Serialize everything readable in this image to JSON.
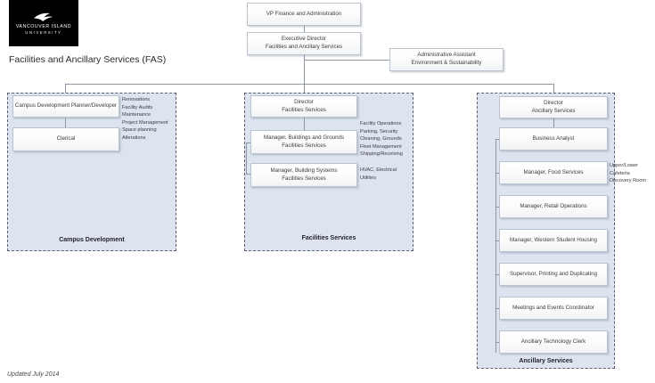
{
  "logo": {
    "line1": "VANCOUVER ISLAND",
    "line2": "UNIVERSITY",
    "mark": "eagle-mark"
  },
  "header": {
    "title": "Facilities and Ancillary Services (FAS)"
  },
  "top_nodes": {
    "vp": {
      "line1": "VP Finance and Administration"
    },
    "exec_director": {
      "line1": "Executive Director",
      "line2": "Facilities and Ancillary Services"
    },
    "admin_assistant": {
      "line1": "Administrative Assistant",
      "line2": "Environment & Sustainability"
    }
  },
  "columns": [
    {
      "key": "campus_development",
      "label": "Campus Development",
      "nodes": [
        {
          "line1": "Campus Development Planner/Developer",
          "line2": ""
        },
        {
          "line1": "Clerical",
          "line2": ""
        }
      ],
      "annotations": [
        {
          "items": [
            "Renovations",
            "Facility Audits",
            "Maintenance",
            "Project Management",
            "Space planning",
            "Alterations"
          ]
        }
      ]
    },
    {
      "key": "facilities_services",
      "label": "Facilities Services",
      "nodes": [
        {
          "line1": "Director",
          "line2": "Facilities Services"
        },
        {
          "line1": "Manager, Buildings and Grounds",
          "line2": "Facilities Services"
        },
        {
          "line1": "Manager, Building Systems",
          "line2": "Facilities Services"
        }
      ],
      "annotations": [
        {
          "items": [
            "Facility Operations",
            "Parking, Security",
            "Cleaning, Grounds",
            "Fleet Management",
            "Shipping/Receiving"
          ]
        },
        {
          "items": [
            "HVAC, Electrical",
            "Utilities"
          ]
        }
      ]
    },
    {
      "key": "ancillary_services",
      "label": "Ancillary Services",
      "nodes": [
        {
          "line1": "Director",
          "line2": "Ancillary Services"
        },
        {
          "line1": "Business Analyst",
          "line2": ""
        },
        {
          "line1": "Manager, Food Services",
          "line2": ""
        },
        {
          "line1": "Manager, Retail Operations",
          "line2": ""
        },
        {
          "line1": "Manager, Western Student Housing",
          "line2": ""
        },
        {
          "line1": "Supervisor, Printing and Duplicating",
          "line2": ""
        },
        {
          "line1": "Meetings and Events Coordinator",
          "line2": ""
        },
        {
          "line1": "Ancillary Technology Clerk",
          "line2": ""
        }
      ],
      "annotations": [
        {
          "items": [
            "Upper/Lower",
            "Cafeteria",
            "Discovery Room"
          ]
        }
      ]
    }
  ],
  "footer": {
    "updated": "Updated July 2014"
  },
  "colors": {
    "panel_fill": "#dde4f0",
    "panel_border": "#59616e",
    "node_border": "#b9c3d0",
    "connector": "#8d96a3",
    "logo_bg": "#000000"
  }
}
